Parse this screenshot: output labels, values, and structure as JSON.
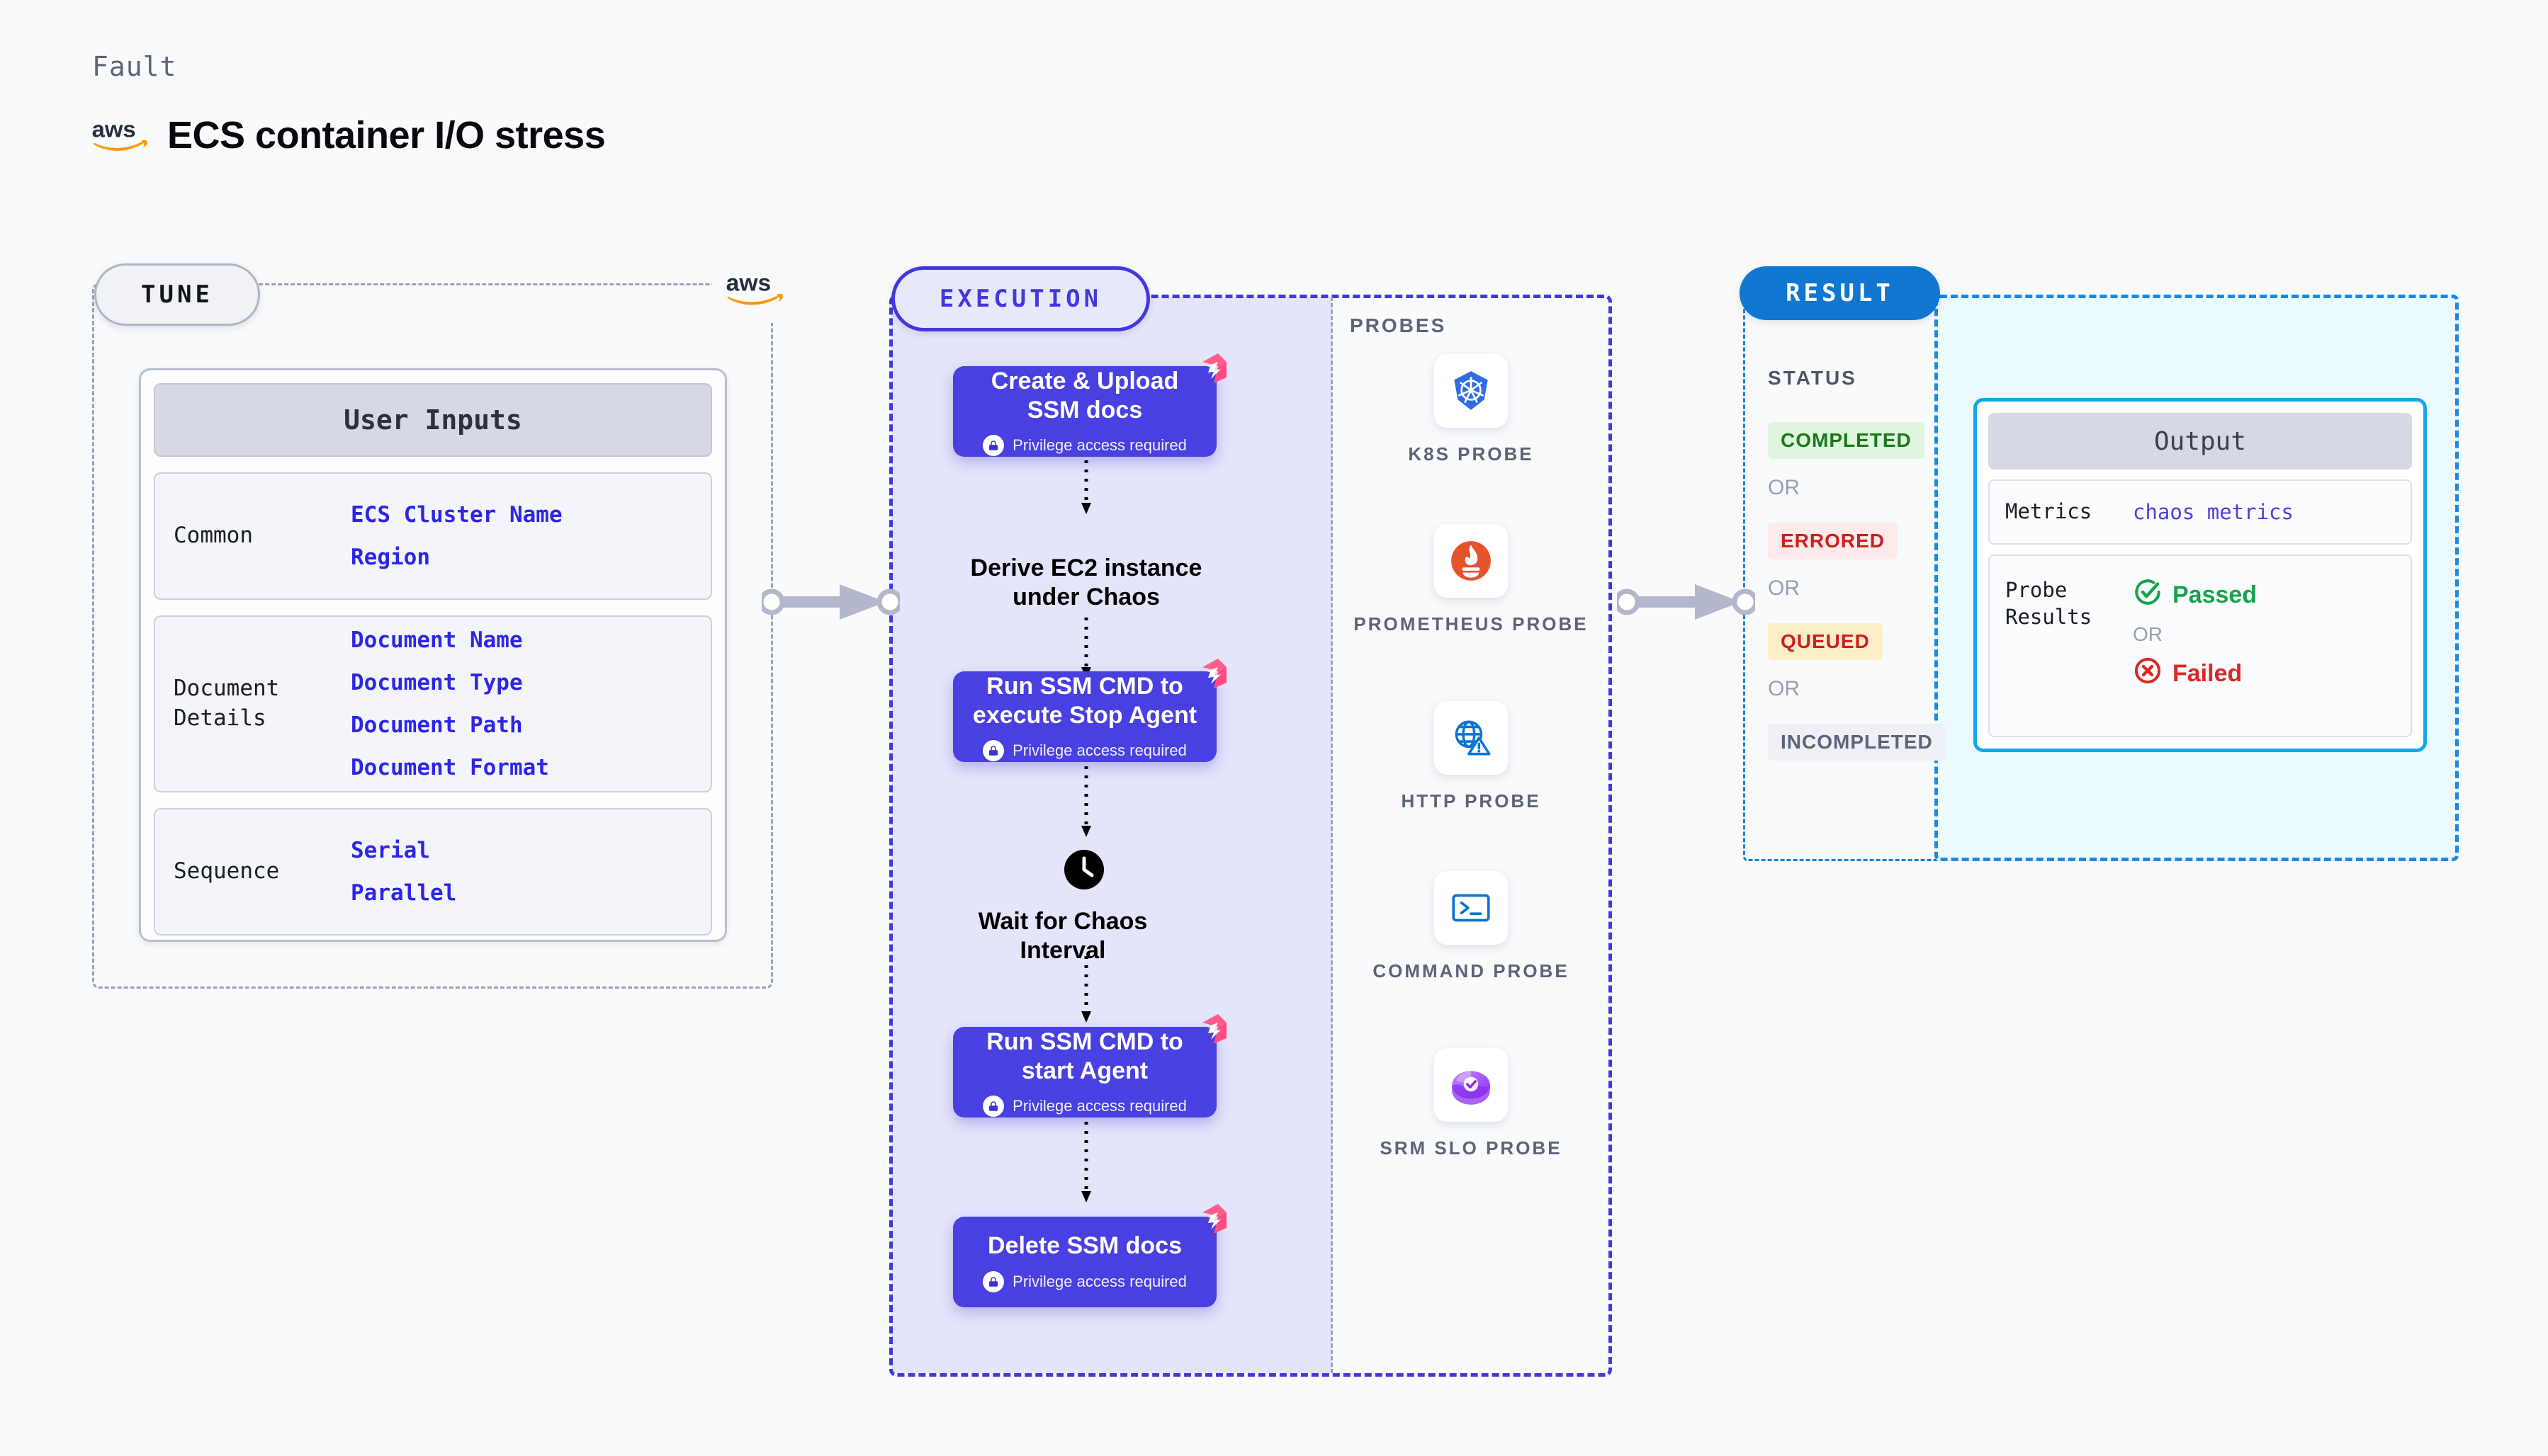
{
  "header": {
    "kicker": "Fault",
    "title": "ECS container I/O stress",
    "logo_icon": "aws-logo"
  },
  "tune": {
    "pill_label": "TUNE",
    "badge_icon": "aws-logo",
    "card_title": "User Inputs",
    "groups": [
      {
        "label": "Common",
        "values": [
          "ECS Cluster Name",
          "Region"
        ]
      },
      {
        "label": "Document\nDetails",
        "values": [
          "Document Name",
          "Document Type",
          "Document Path",
          "Document Format"
        ]
      },
      {
        "label": "Sequence",
        "values": [
          "Serial",
          "Parallel"
        ]
      }
    ]
  },
  "execution": {
    "pill_label": "EXECUTION",
    "privilege_note": "Privilege access required",
    "steps": [
      {
        "kind": "box",
        "title": "Create & Upload SSM docs",
        "privileged": true,
        "flag": true
      },
      {
        "kind": "plain",
        "title": "Derive EC2 instance under Chaos",
        "privileged": false,
        "flag": false
      },
      {
        "kind": "box",
        "title": "Run SSM CMD to execute Stop Agent",
        "privileged": true,
        "flag": true
      },
      {
        "kind": "clock",
        "title": "Wait for Chaos Interval",
        "privileged": false,
        "flag": false
      },
      {
        "kind": "box",
        "title": "Run SSM CMD to start Agent",
        "privileged": true,
        "flag": true
      },
      {
        "kind": "box",
        "title": "Delete SSM docs",
        "privileged": true,
        "flag": true
      }
    ]
  },
  "probes": {
    "section_label": "PROBES",
    "items": [
      {
        "label": "K8S PROBE",
        "icon": "kubernetes-icon"
      },
      {
        "label": "PROMETHEUS PROBE",
        "icon": "prometheus-icon"
      },
      {
        "label": "HTTP PROBE",
        "icon": "http-globe-icon"
      },
      {
        "label": "COMMAND PROBE",
        "icon": "terminal-icon"
      },
      {
        "label": "SRM SLO PROBE",
        "icon": "srm-slo-icon"
      }
    ]
  },
  "result": {
    "pill_label": "RESULT",
    "status_label": "STATUS",
    "or_label": "OR",
    "statuses": [
      {
        "text": "COMPLETED",
        "fg": "#1a7a1a",
        "bg": "#dff5e0"
      },
      {
        "text": "ERRORED",
        "fg": "#cc1f1f",
        "bg": "#fdeaea"
      },
      {
        "text": "QUEUED",
        "fg": "#cc1f1f",
        "bg": "#fcefc7"
      },
      {
        "text": "INCOMPLETED",
        "fg": "#5b6478",
        "bg": "#eef0f5"
      }
    ],
    "output": {
      "title": "Output",
      "metrics_label": "Metrics",
      "metrics_value": "chaos metrics",
      "probe_results_label": "Probe\nResults",
      "passed_label": "Passed",
      "failed_label": "Failed",
      "or_label": "OR",
      "passed_icon": "check-circle-icon",
      "failed_icon": "x-circle-icon"
    }
  },
  "colors": {
    "accent_purple": "#4840e0",
    "accent_blue": "#0f77d1",
    "aws_orange": "#ff9900",
    "flag_pink": "#ff5e8a"
  }
}
